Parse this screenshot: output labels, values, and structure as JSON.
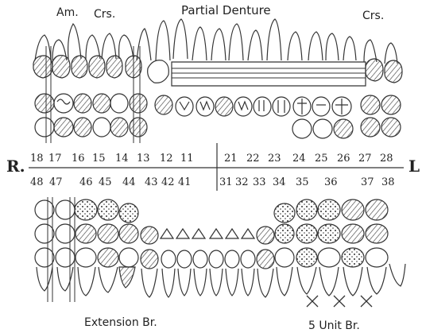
{
  "labels": {
    "am": "Am.",
    "crs_left": "Crs.",
    "partial_denture": "Partial Denture",
    "crs_right": "Crs.",
    "side_right": "R.",
    "side_left": "L",
    "extension_bridge": "Extension Br.",
    "five_unit_bridge": "5 Unit Br."
  },
  "upper_numbers": [
    "18",
    "17",
    "16",
    "15",
    "14",
    "13",
    "12",
    "11",
    "21",
    "22",
    "23",
    "24",
    "25",
    "26",
    "27",
    "28"
  ],
  "lower_numbers": [
    "48",
    "47",
    "46",
    "45",
    "44",
    "43",
    "42",
    "41",
    "31",
    "32",
    "33",
    "34",
    "35",
    "36",
    "37",
    "38"
  ],
  "colors": {
    "ink": "#222222",
    "paper": "#ffffff"
  }
}
